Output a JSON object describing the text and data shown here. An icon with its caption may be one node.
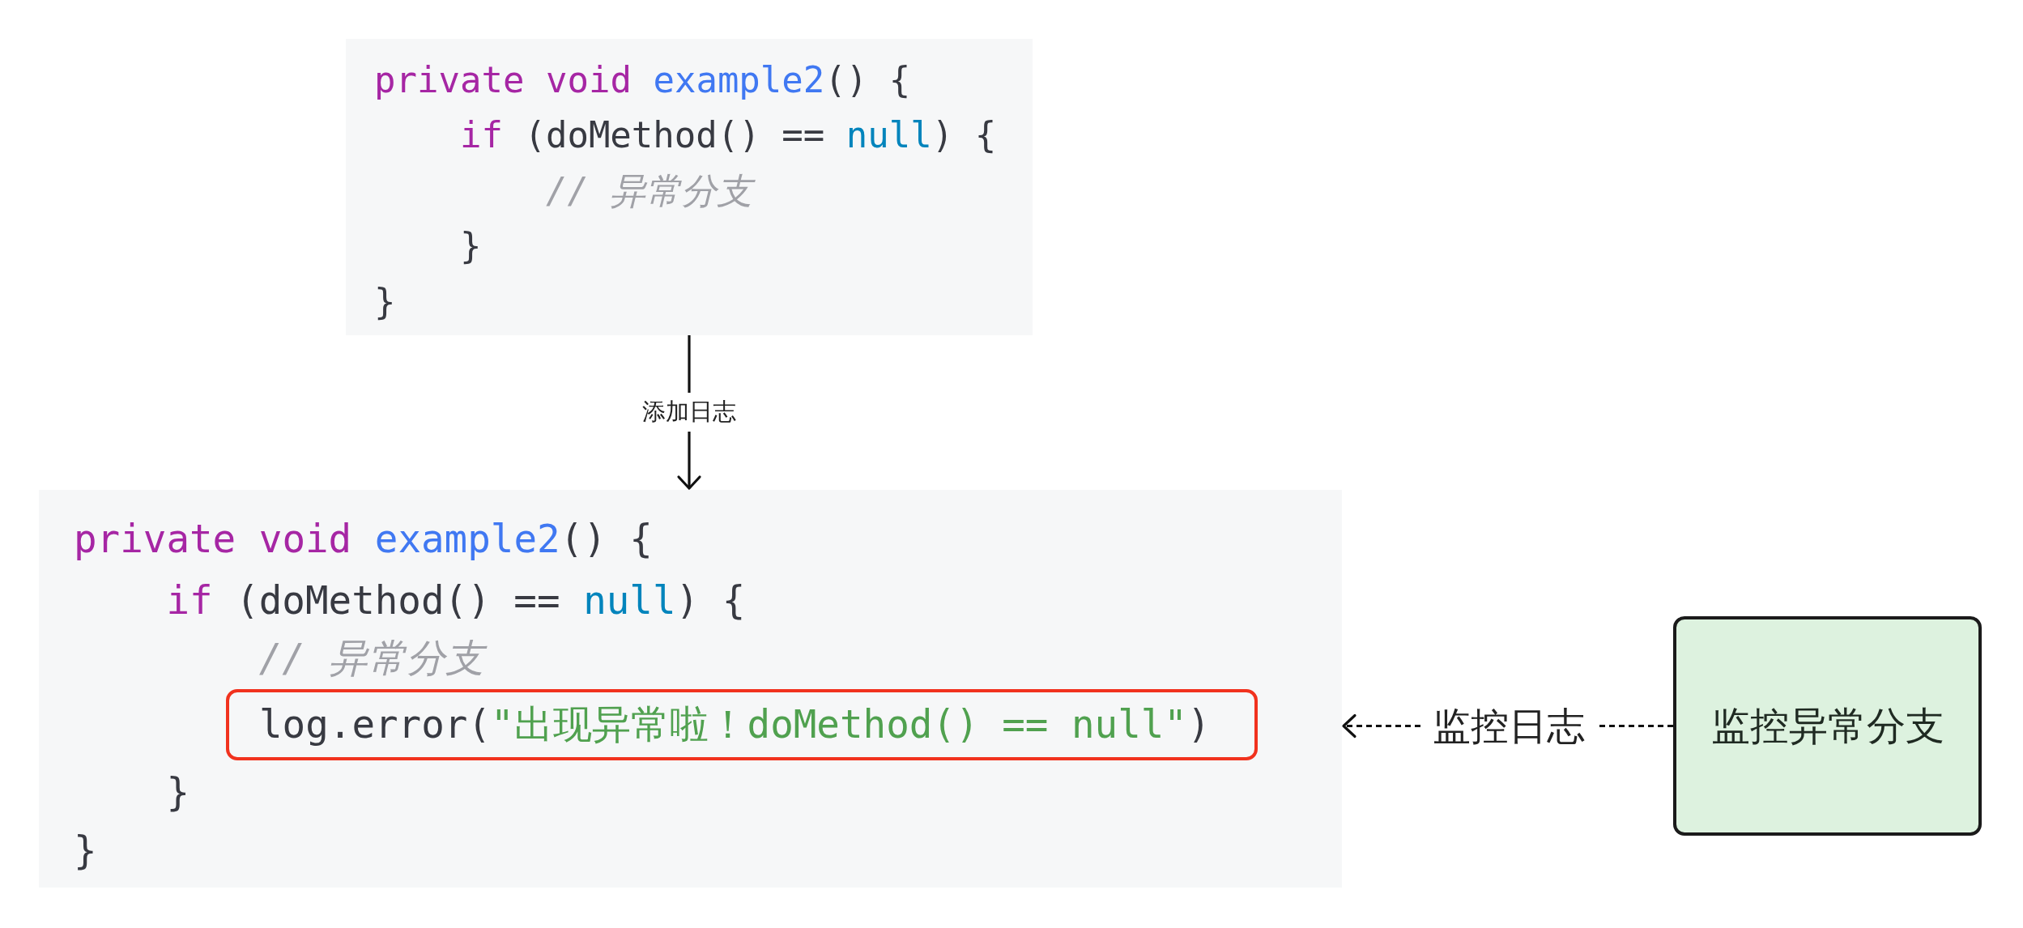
{
  "diagram": {
    "nodes": [
      {
        "text": [
          "private void example2() {",
          "if (doMethod() == null) {",
          "// 异常分支",
          "}",
          "}"
        ]
      },
      {
        "text": [
          "private void example2() {",
          "if (doMethod() == null) {",
          "// 异常分支",
          "}",
          "}"
        ]
      },
      {
        "text": [
          "log.error(\"出现异常啦！doMethod() == null\")"
        ],
        "in": 1
      },
      {
        "text": [
          "监控异常分支"
        ]
      }
    ],
    "edges": [
      {
        "from": 0,
        "to": 1,
        "arrow": "to",
        "label": "添加日志"
      },
      {
        "from": 3,
        "to": 1,
        "arrow": "to",
        "label": "监控日志",
        "style": "dashed"
      }
    ]
  }
}
